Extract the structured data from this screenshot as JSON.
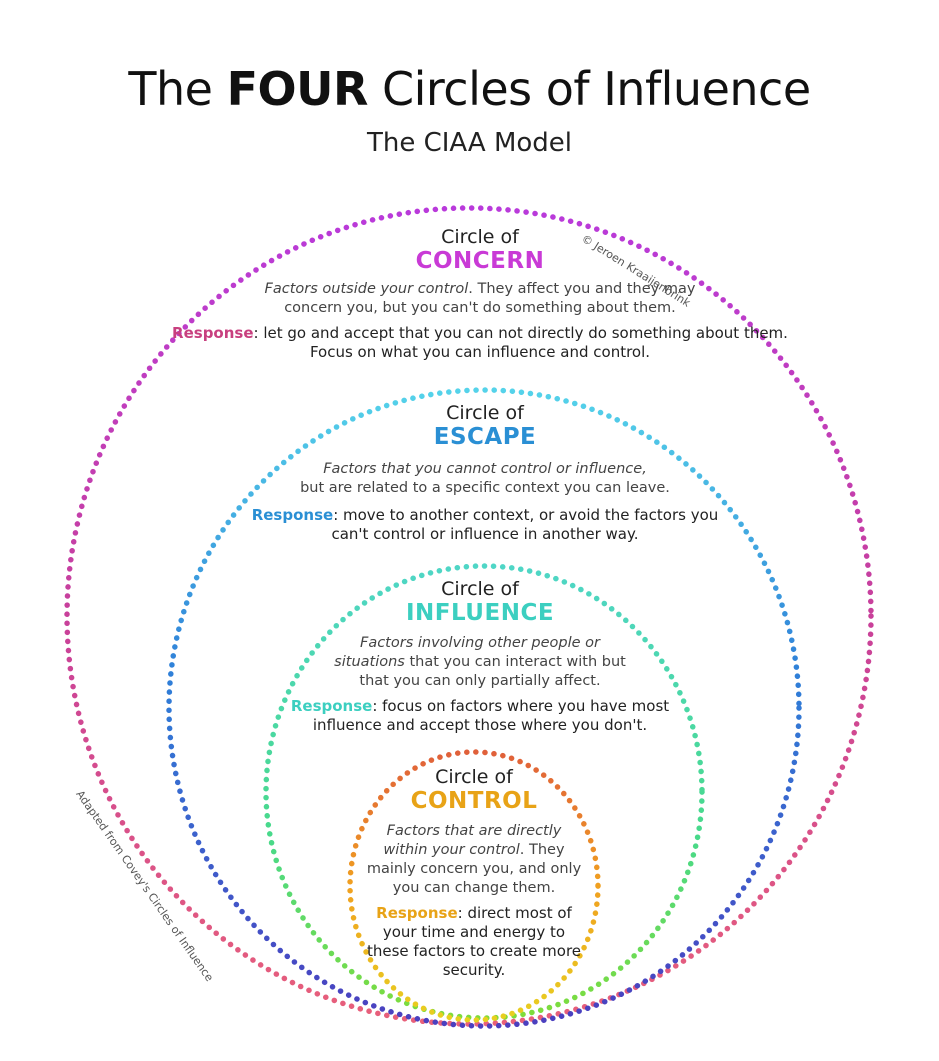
{
  "header": {
    "title_pre": "The",
    "title_bold": "FOUR",
    "title_post": "Circles of Influence",
    "subtitle": "The CIAA Model"
  },
  "credits": {
    "copyright": "© Jeroen Kraaijenbrink",
    "adapted": "Adapted from Covey's Circles of Influence"
  },
  "colors": {
    "concern": "#c93ad6",
    "escape": "#2a8fd4",
    "influence": "#3ccfc0",
    "control": "#e8a317",
    "concern_resp": "#c8407f"
  },
  "circles": {
    "concern": {
      "circle_of": "Circle of",
      "name": "CONCERN",
      "desc_italic": "Factors outside your control",
      "desc_rest": ". They affect you and they may concern you, but you can't do something about them.",
      "response_label": "Response",
      "response_text": ": let go and accept that you can not directly do something about them. Focus on what you can influence and control."
    },
    "escape": {
      "circle_of": "Circle of",
      "name": "ESCAPE",
      "desc_italic": "Factors that you cannot control or influence,",
      "desc_rest": "but are related to a specific context you can leave.",
      "response_label": "Response",
      "response_text": ": move to another context, or avoid the factors you can't control or influence in another way."
    },
    "influence": {
      "circle_of": "Circle of",
      "name": "INFLUENCE",
      "desc_italic": "Factors involving other people or situations",
      "desc_rest": "that you can interact with but that you can only partially affect.",
      "response_label": "Response",
      "response_text": ": focus on factors where you have most influence and accept those where you don't."
    },
    "control": {
      "circle_of": "Circle of",
      "name": "CONTROL",
      "desc_italic": "Factors that are directly within your control",
      "desc_rest": ". They mainly concern you, and only you can change them.",
      "response_label": "Response",
      "response_text": ": direct most of your time and energy to these factors to create more security."
    }
  }
}
